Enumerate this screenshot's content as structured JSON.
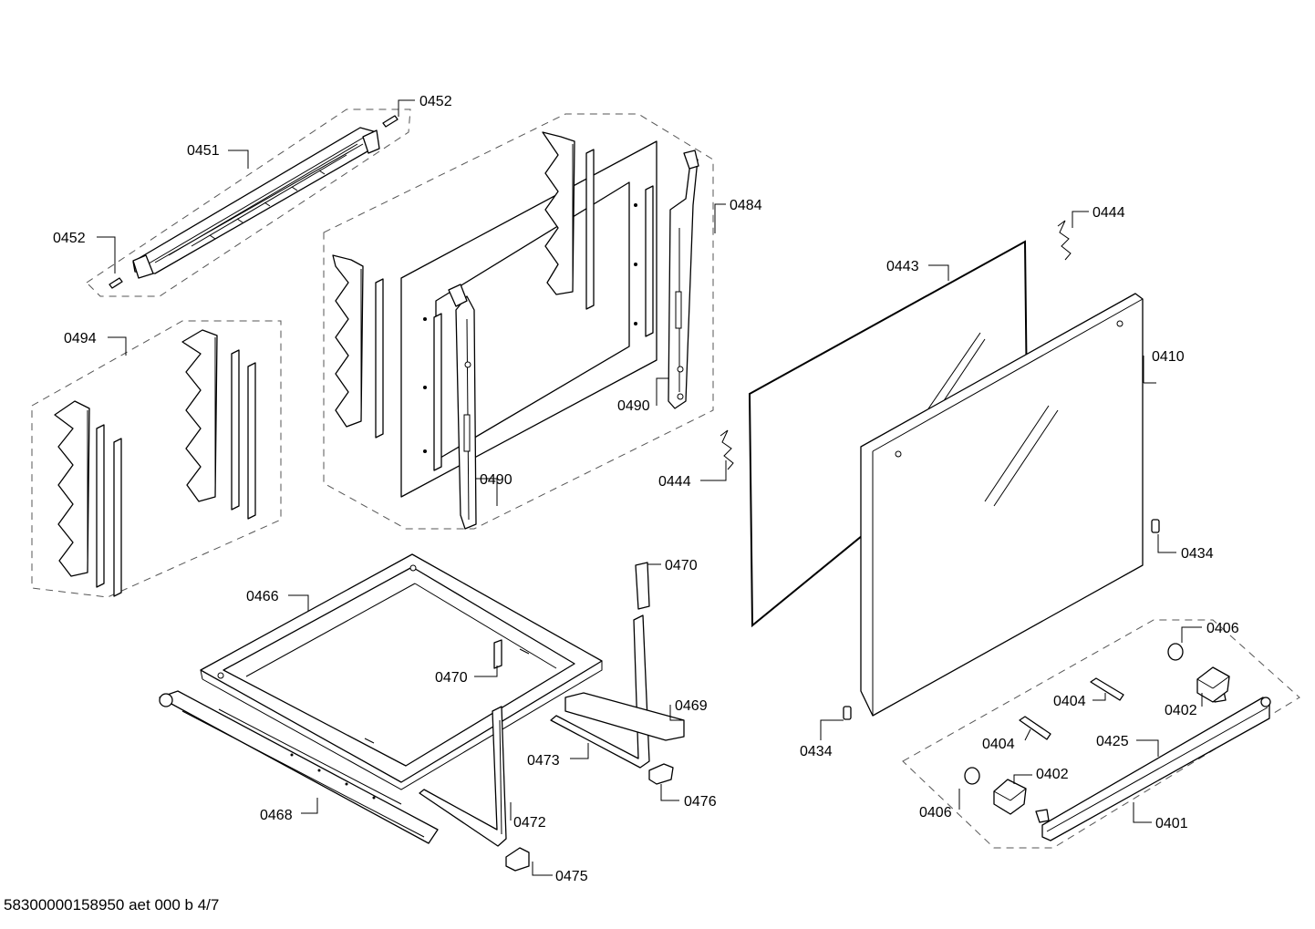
{
  "diagram": {
    "footer_text": "58300000158950 aet 000 b 4/7",
    "part_labels": {
      "p0452_top": "0452",
      "p0451": "0451",
      "p0452_left": "0452",
      "p0484": "0484",
      "p0444_top": "0444",
      "p0443": "0443",
      "p0494": "0494",
      "p0410": "0410",
      "p0490_right": "0490",
      "p0490_left": "0490",
      "p0444_mid": "0444",
      "p0434_right": "0434",
      "p0470_top": "0470",
      "p0466": "0466",
      "p0406_right": "0406",
      "p0470_mid": "0470",
      "p0469": "0469",
      "p0404_right": "0404",
      "p0402_right": "0402",
      "p0425": "0425",
      "p0473": "0473",
      "p0434_bottom": "0434",
      "p0404_left": "0404",
      "p0402_left": "0402",
      "p0476": "0476",
      "p0468": "0468",
      "p0406_left": "0406",
      "p0472": "0472",
      "p0401": "0401",
      "p0475": "0475"
    }
  }
}
